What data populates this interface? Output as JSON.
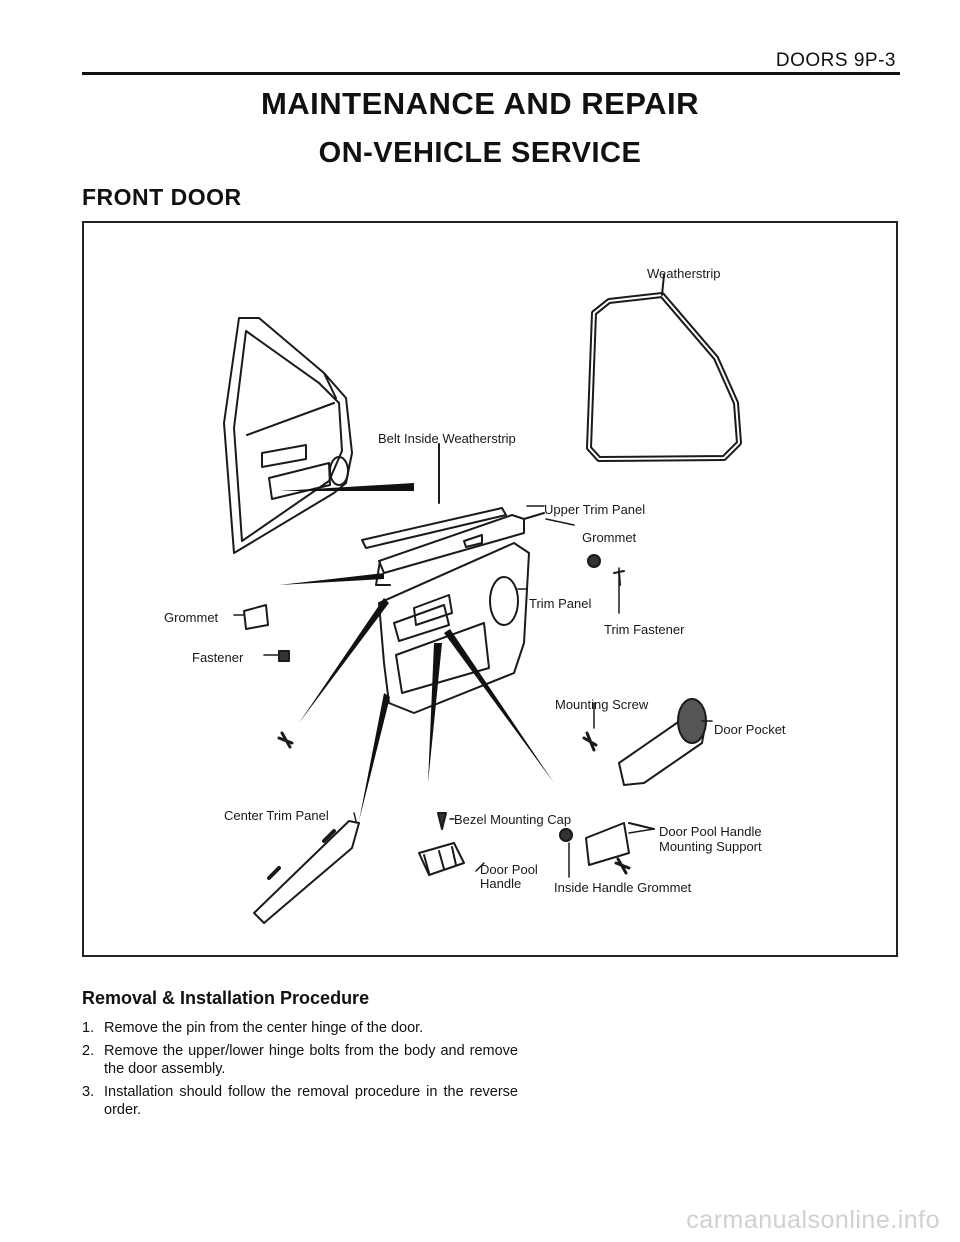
{
  "header": {
    "page_ref": "DOORS  9P-3"
  },
  "titles": {
    "main": "MAINTENANCE AND REPAIR",
    "sub": "ON-VEHICLE SERVICE",
    "section": "FRONT  DOOR"
  },
  "figure": {
    "labels": {
      "weatherstrip": "Weatherstrip",
      "belt_inside_weatherstrip": "Belt Inside Weatherstrip",
      "upper_trim_panel": "Upper Trim Panel",
      "grommet_right": "Grommet",
      "trim_panel": "Trim Panel",
      "trim_fastener": "Trim Fastener",
      "grommet_left": "Grommet",
      "fastener": "Fastener",
      "mounting_screw": "Mounting Screw",
      "door_pocket": "Door Pocket",
      "center_trim_panel": "Center Trim Panel",
      "bezel_mounting_cap": "Bezel Mounting Cap",
      "door_pool_handle_mounting_support_1": "Door Pool Handle",
      "door_pool_handle_mounting_support_2": "Mounting Support",
      "door_pool_handle_1": "Door Pool",
      "door_pool_handle_2": "Handle",
      "inside_handle_grommet": "Inside Handle Grommet"
    }
  },
  "procedure": {
    "title": "Removal & Installation Procedure",
    "steps": [
      {
        "num": "1.",
        "text": "Remove the pin from the center hinge of the door."
      },
      {
        "num": "2.",
        "text": "Remove the upper/lower hinge bolts from the body and remove the door assembly."
      },
      {
        "num": "3.",
        "text": "Installation should follow the removal procedure in the reverse order."
      }
    ]
  },
  "footer": {
    "watermark": "carmanualsonline.info"
  }
}
